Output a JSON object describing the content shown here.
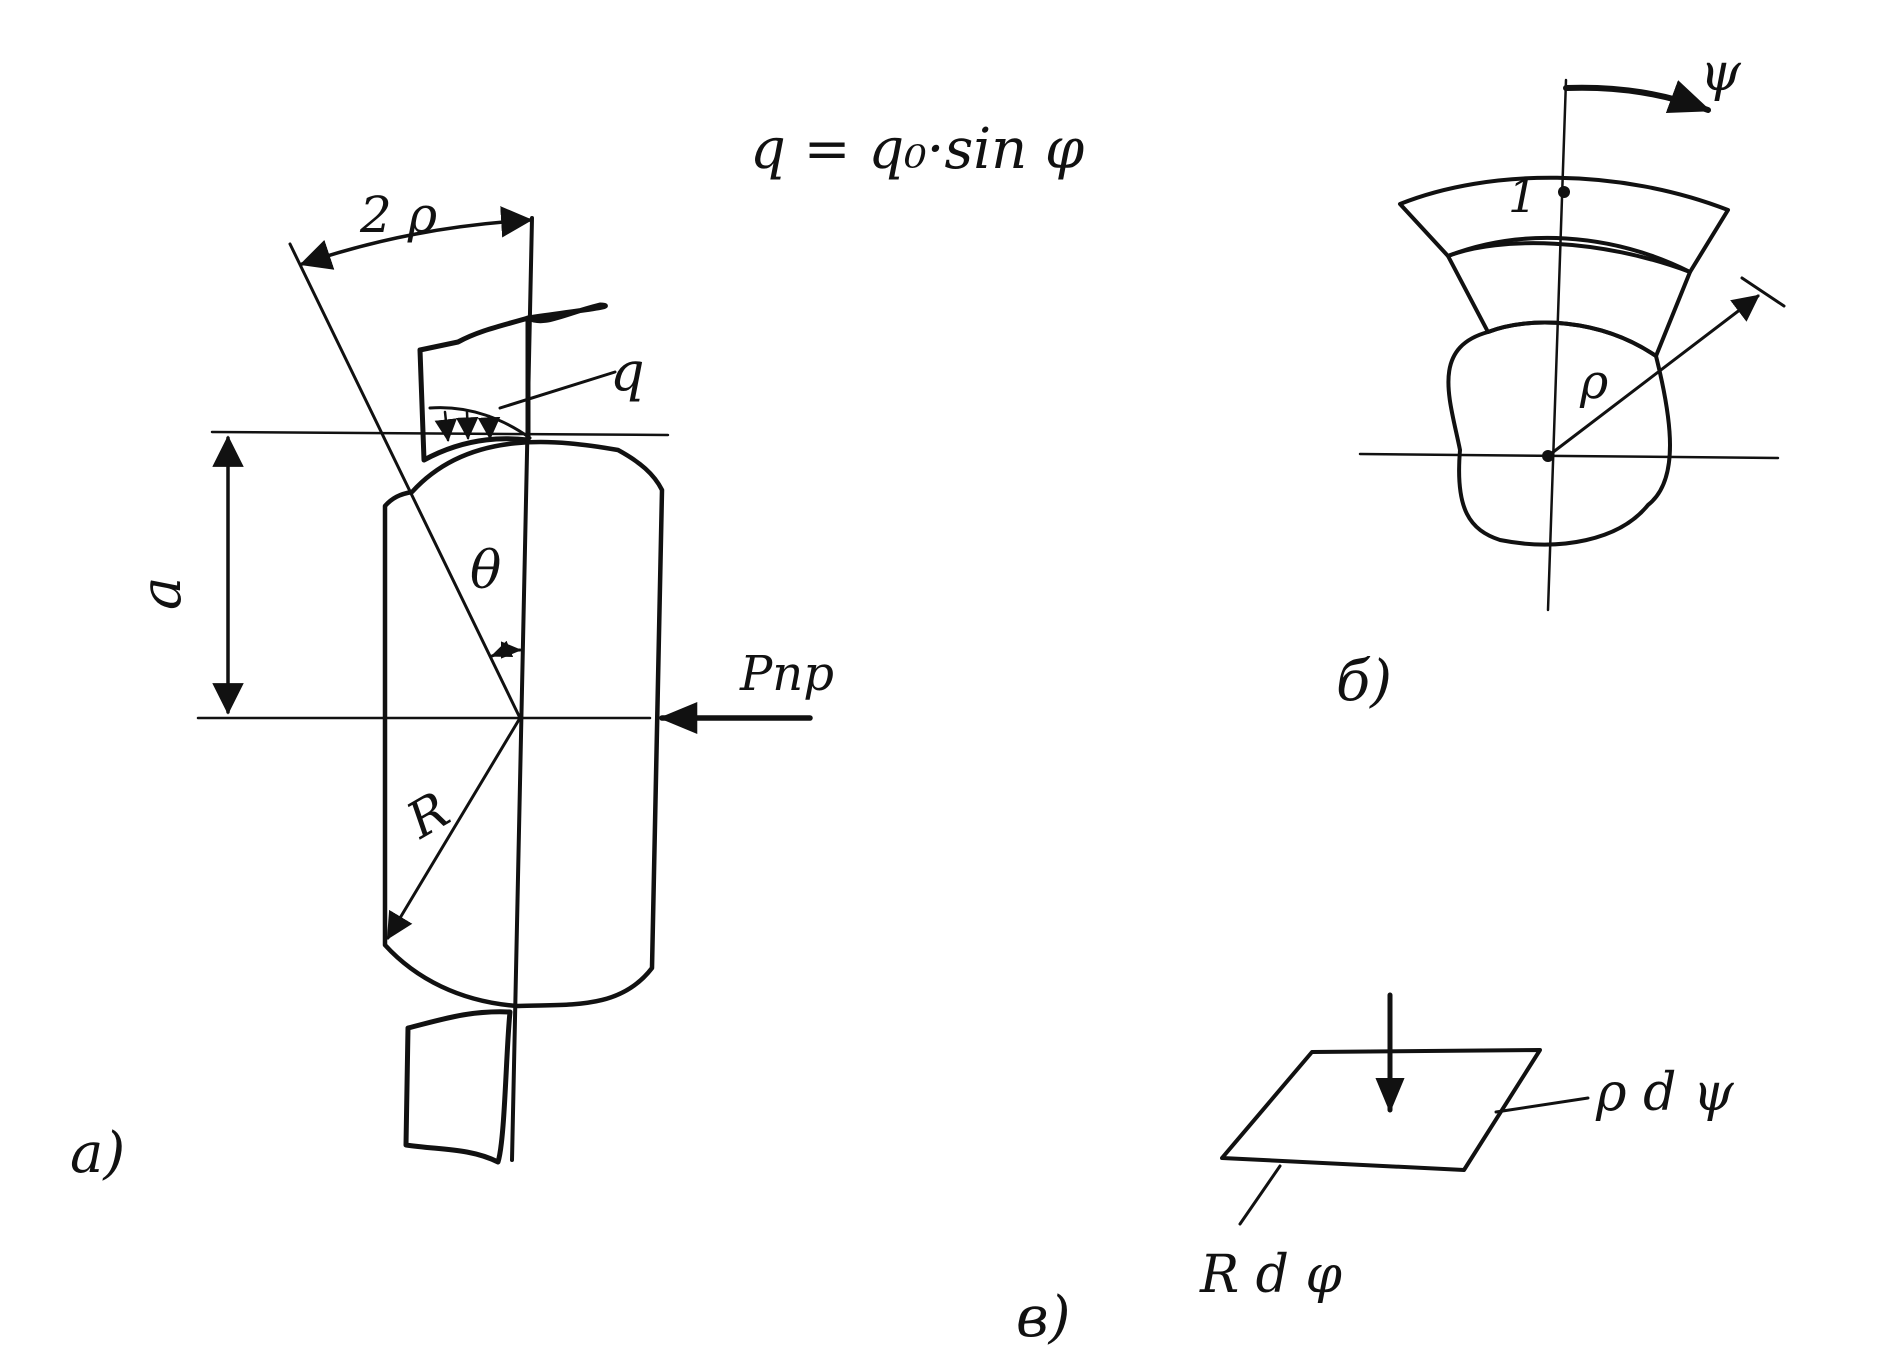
{
  "formula": "q = q₀·sin φ",
  "figure_a": {
    "label": "a)",
    "width_label": "2 ρ",
    "load_label": "q",
    "height_label": "a",
    "angle_label": "θ",
    "radius_label": "R",
    "force_label": "Pпр"
  },
  "figure_b": {
    "label": "б)",
    "angle_label": "ψ",
    "point_label": "1",
    "radius_label": "ρ"
  },
  "figure_c": {
    "label": "в)",
    "side_label_1": "ρ d ψ",
    "side_label_2": "R d φ"
  },
  "colors": {
    "ink": "#111111",
    "paper": "#ffffff"
  }
}
